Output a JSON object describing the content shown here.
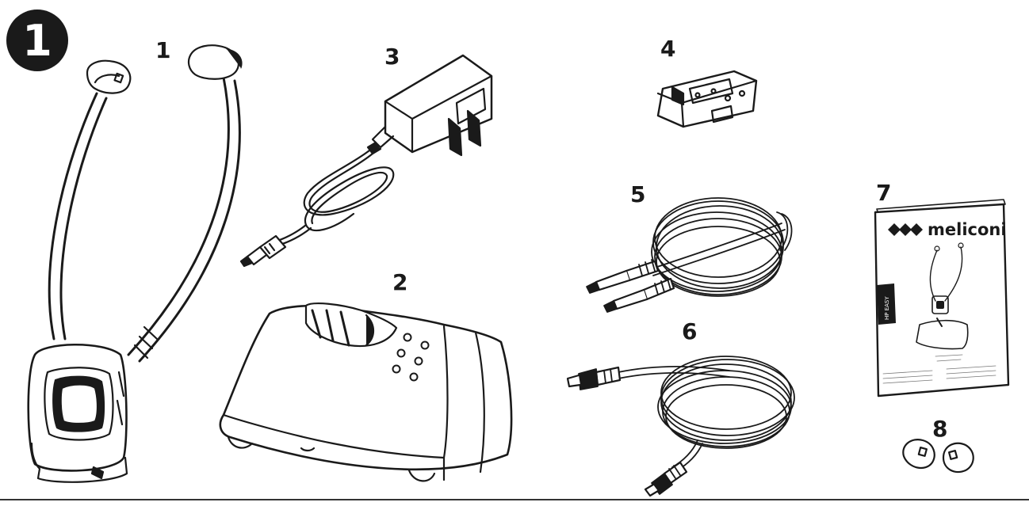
{
  "figure_badge": "1",
  "parts": [
    {
      "number": "1",
      "item": "headset-stethoscope-receiver"
    },
    {
      "number": "2",
      "item": "charging-base-transmitter"
    },
    {
      "number": "3",
      "item": "power-adapter"
    },
    {
      "number": "4",
      "item": "battery-pack"
    },
    {
      "number": "5",
      "item": "jack-audio-cable"
    },
    {
      "number": "6",
      "item": "optical-cable"
    },
    {
      "number": "7",
      "item": "instruction-manual"
    },
    {
      "number": "8",
      "item": "spare-ear-tips"
    }
  ],
  "manual": {
    "brand": "meliconi",
    "tab_text": "HP EASY"
  },
  "colors": {
    "ink": "#1a1a1a",
    "paper": "#ffffff",
    "shade": "#cfcfcf"
  }
}
